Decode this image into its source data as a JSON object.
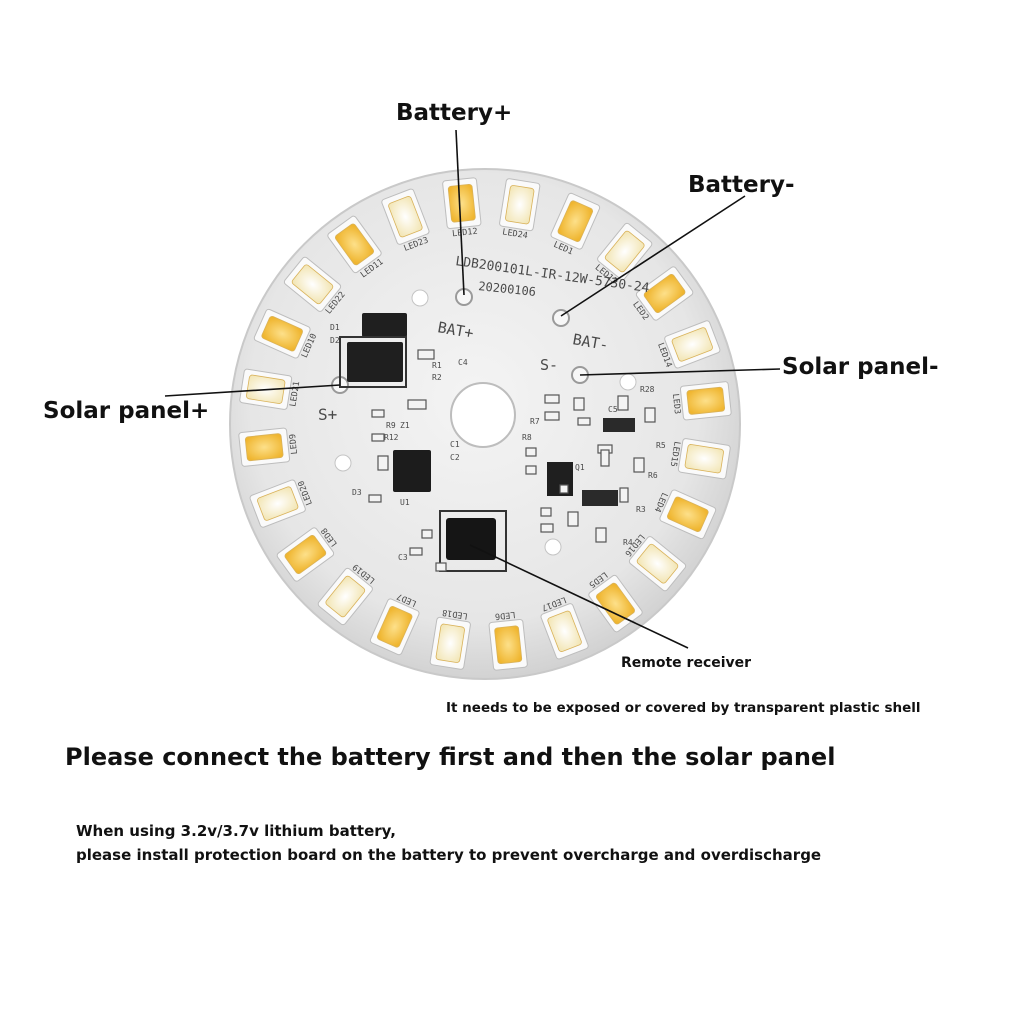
{
  "callouts": {
    "battery_plus": "Battery+",
    "battery_minus": "Battery-",
    "solar_plus": "Solar panel+",
    "solar_minus": "Solar panel-",
    "remote_receiver": "Remote receiver"
  },
  "board": {
    "part_number": "LDB200101L-IR-12W-5730-24",
    "date_code": "20200106",
    "pad_bat_plus": "BAT+",
    "pad_bat_minus": "BAT-",
    "pad_s_plus": "S+",
    "pad_s_minus": "S-",
    "led_labels": [
      "LED12",
      "LED24",
      "LED1",
      "LED13",
      "LED2",
      "LED14",
      "LED3",
      "LED15",
      "LED4",
      "LED16",
      "LED5",
      "LED17",
      "LED6",
      "LED18",
      "LED7",
      "LED19",
      "LED8",
      "LED20",
      "LED9",
      "LED21",
      "LED10",
      "LED22",
      "LED11",
      "LED23"
    ],
    "component_labels": [
      "D1",
      "D2",
      "C4",
      "R1",
      "R2",
      "Z1",
      "R9",
      "R12",
      "C1",
      "C2",
      "D3",
      "U1",
      "C3",
      "R28",
      "C5",
      "R5",
      "R6",
      "R3",
      "R4",
      "Q1",
      "R7",
      "R8"
    ]
  },
  "notes": {
    "receiver_note": "It needs to be exposed or covered by transparent plastic shell",
    "instruction": "Please connect the battery first and then the solar panel",
    "battery_note_line1": "When using 3.2v/3.7v lithium battery,",
    "battery_note_line2": "please install protection board on the battery to prevent overcharge and overdischarge"
  },
  "colors": {
    "board": "#ebebeb",
    "led_warm": "#f4c24a",
    "led_cool": "#fbf3d6",
    "component": "#222222",
    "background": "#ffffff"
  }
}
